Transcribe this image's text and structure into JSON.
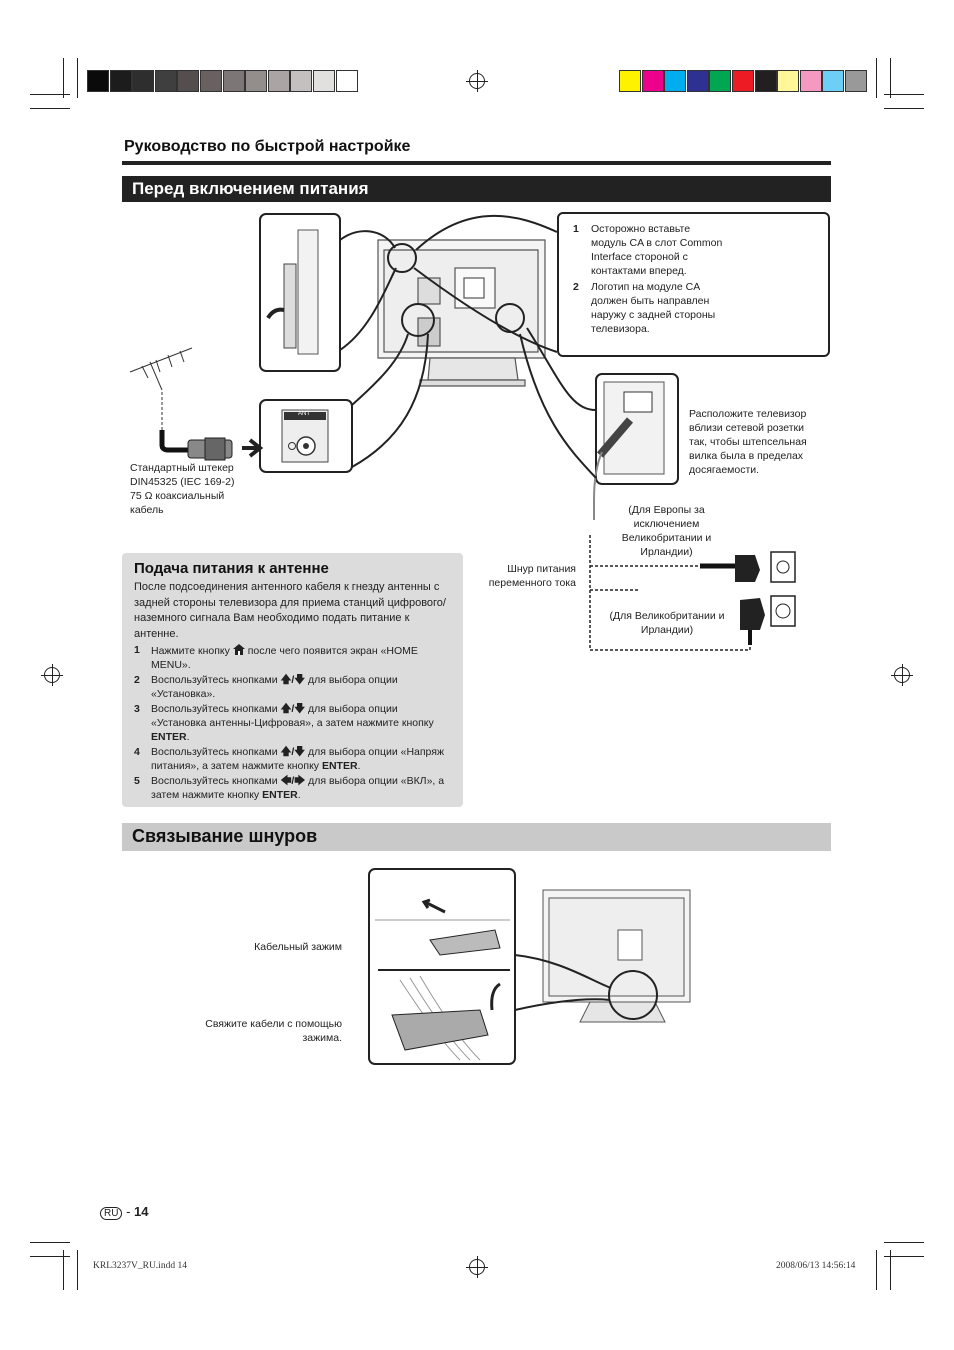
{
  "header": {
    "guide_title": "Руководство по быстрой настройке",
    "section1_title": "Перед включением питания",
    "section2_title": "Связывание шнуров"
  },
  "colors": {
    "grayscale": [
      "#0a0a0a",
      "#1c1c1c",
      "#2e2e2e",
      "#403f3f",
      "#544f4e",
      "#686160",
      "#7d7676",
      "#938d8c",
      "#aaa5a4",
      "#c4c0bf",
      "#e2e0df",
      "#ffffff"
    ],
    "process": [
      "#fff200",
      "#ec008c",
      "#00aeef",
      "#2e3192",
      "#00a651",
      "#ed1c24",
      "#231f20",
      "#fff799",
      "#f49ac1",
      "#6dcff6",
      "#999999"
    ]
  },
  "ca_module": {
    "steps": [
      {
        "num": "1",
        "text": "Осторожно вставьте модуль CA в слот Common Interface стороной с контактами вперед."
      },
      {
        "num": "2",
        "text": "Логотип на модуле CA должен быть направлен наружу с задней стороны телевизора."
      }
    ]
  },
  "antenna": {
    "port_label": "ANT",
    "plug_caption": "Стандартный штекер DIN45325 (IEC 169-2) 75 Ω коаксиальный кабель"
  },
  "power": {
    "placement_note": "Расположите телевизор вблизи сетевой розетки так, чтобы штепсельная вилка была в пределах досягаемости.",
    "europe_note": "(Для Европы за исключением Великобритании и Ирландии)",
    "cord_label": "Шнур питания переменного тока",
    "uk_note": "(Для Великобритании и Ирландии)"
  },
  "antenna_power_panel": {
    "title": "Подача питания к антенне",
    "intro": "После подсоединения антенного кабеля к гнезду антенны с задней стороны телевизора для приема станций цифрового/наземного сигнала Вам необходимо подать питание к антенне.",
    "steps": [
      {
        "num": "1",
        "pre": "Нажмите кнопку ",
        "icon": "home-icon",
        "post": " после чего появится экран «HOME MENU».",
        "em": "",
        "tail": ""
      },
      {
        "num": "2",
        "pre": "Воспользуйтесь кнопками ",
        "icon": "up-down-arrows-icon",
        "post": " для выбора опции «Установка».",
        "em": "",
        "tail": ""
      },
      {
        "num": "3",
        "pre": "Воспользуйтесь кнопками ",
        "icon": "up-down-arrows-icon",
        "post": " для выбора опции «Установка антенны-Цифровая», а затем нажмите кнопку ",
        "em": "ENTER",
        "tail": "."
      },
      {
        "num": "4",
        "pre": "Воспользуйтесь кнопками ",
        "icon": "up-down-arrows-icon",
        "post": " для выбора опции «Напряж питания», а затем нажмите кнопку ",
        "em": "ENTER",
        "tail": "."
      },
      {
        "num": "5",
        "pre": "Воспользуйтесь кнопками ",
        "icon": "left-right-arrows-icon",
        "post": " для выбора опции «ВКЛ», а затем нажмите кнопку ",
        "em": "ENTER",
        "tail": "."
      }
    ]
  },
  "cable_tie": {
    "clamp_label": "Кабельный зажим",
    "bundle_label": "Свяжите кабели с помощью зажима."
  },
  "footer": {
    "lang_badge": "RU",
    "page_sep": "-",
    "page_num": "14",
    "file_info": "KRL3237V_RU.indd   14",
    "datetime": "2008/06/13   14:56:14"
  }
}
